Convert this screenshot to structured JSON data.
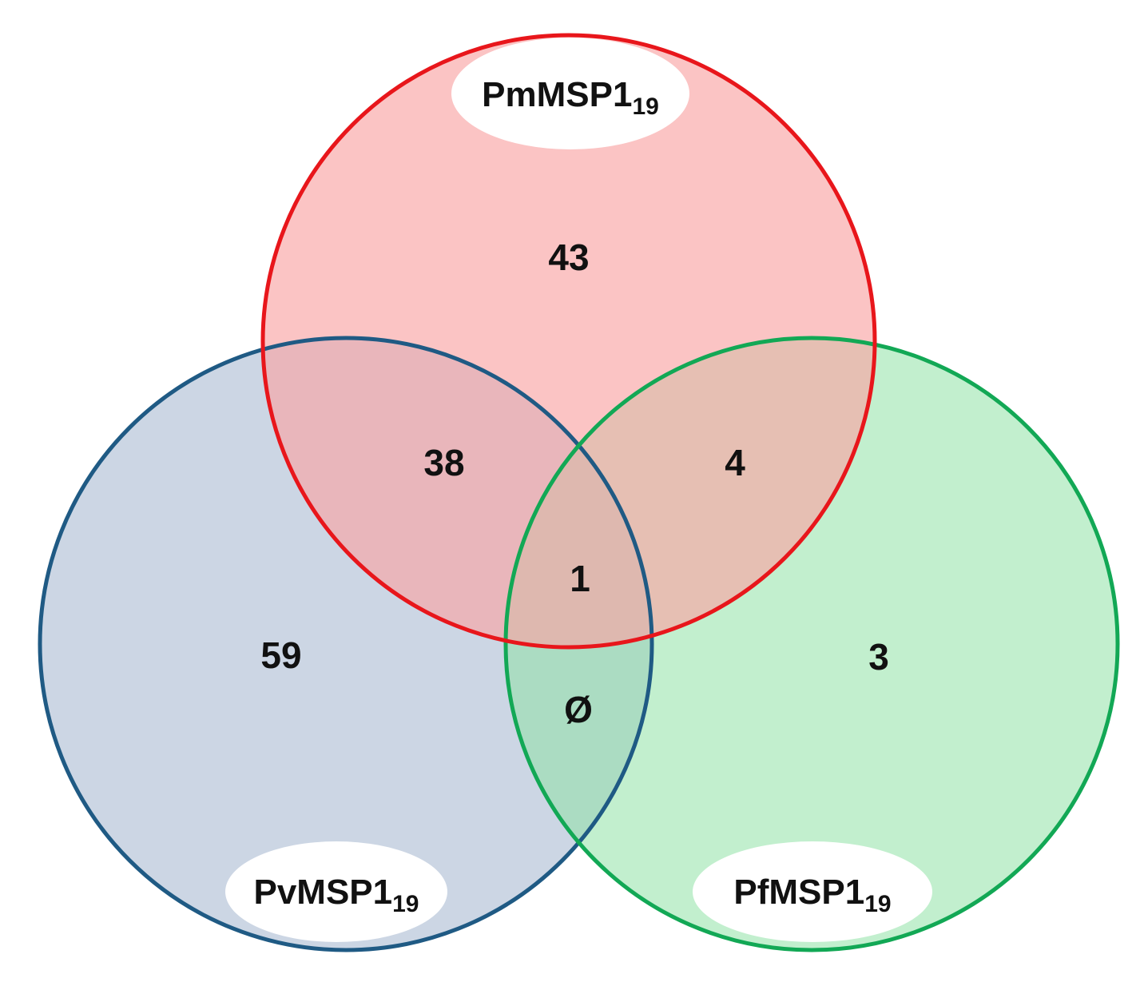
{
  "sets": [
    {
      "id": "pm",
      "name_main": "PmMSP1",
      "name_sub": "19",
      "fill": "#f9a5a5",
      "stroke": "#e8161b"
    },
    {
      "id": "pv",
      "name_main": "PvMSP1",
      "name_sub": "19",
      "fill": "#a7b9d0",
      "stroke": "#1f5a84"
    },
    {
      "id": "pf",
      "name_main": "PfMSP1",
      "name_sub": "19",
      "fill": "#8fe2a6",
      "stroke": "#12a855"
    }
  ],
  "regions": {
    "pm_only": "43",
    "pv_only": "59",
    "pf_only": "3",
    "pm_pv": "38",
    "pm_pf": "4",
    "pv_pf": "Ø",
    "pm_pv_pf": "1"
  }
}
